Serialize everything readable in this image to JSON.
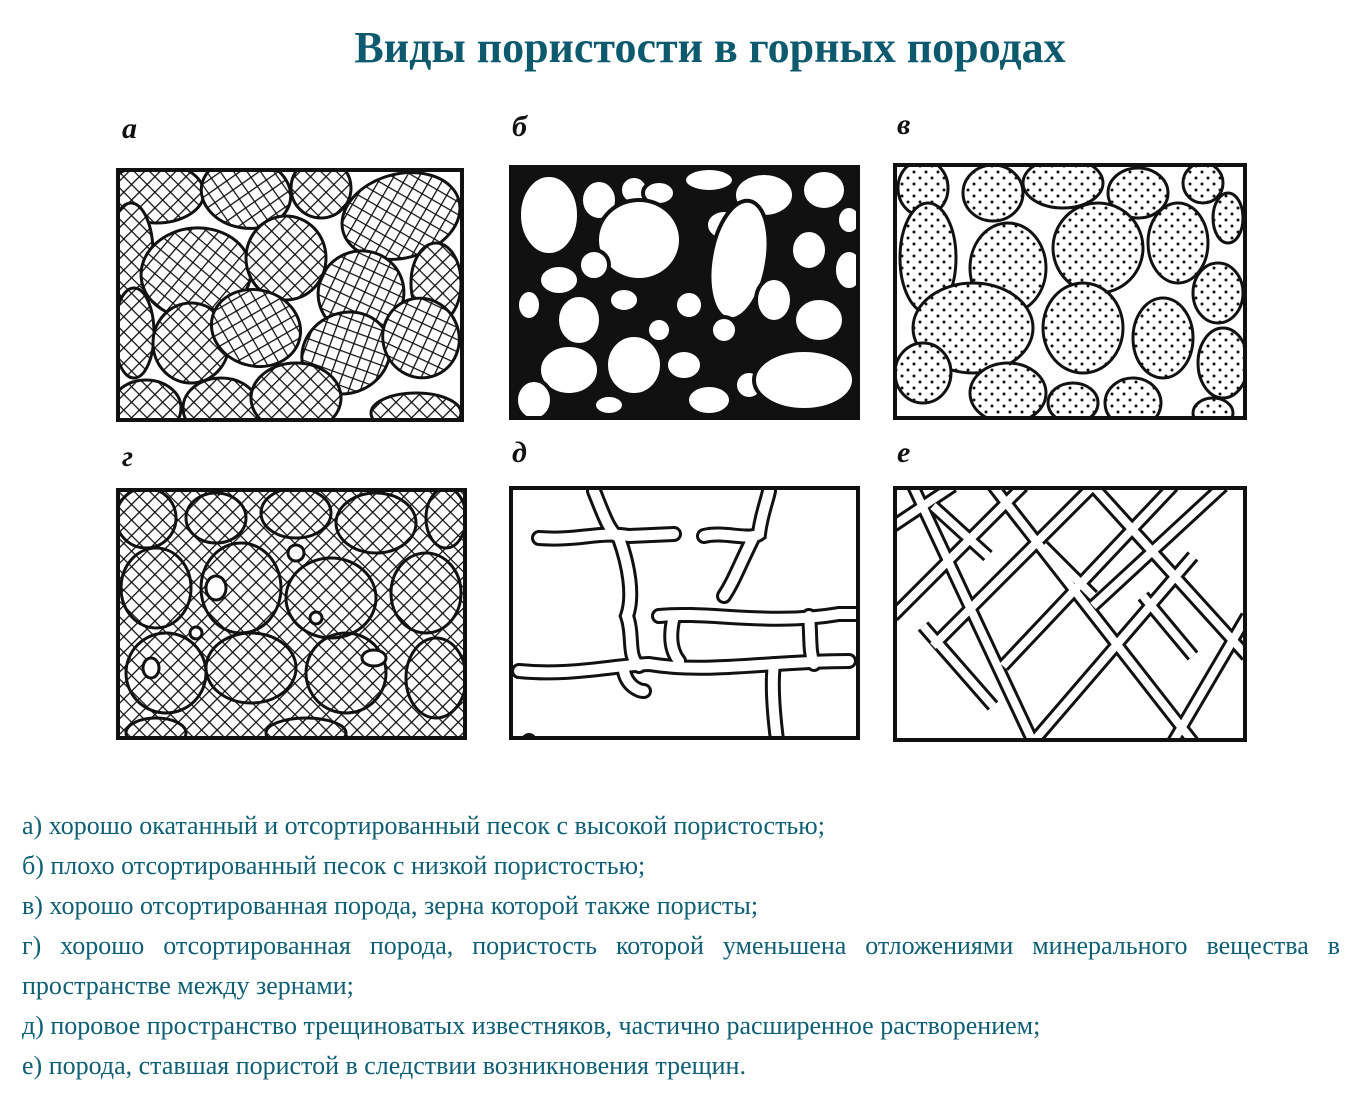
{
  "title": "Виды пористости в горных породах",
  "panels": [
    {
      "label": "а",
      "type": "crosshatched-grains"
    },
    {
      "label": "б",
      "type": "unsorted-grains"
    },
    {
      "label": "в",
      "type": "porous-grains"
    },
    {
      "label": "г",
      "type": "cemented-grains"
    },
    {
      "label": "д",
      "type": "dissolution-fractures"
    },
    {
      "label": "е",
      "type": "fractures"
    }
  ],
  "descriptions": [
    "а) хорошо окатанный и отсортированный песок с высокой пористостью;",
    "б) плохо отсортированный песок с низкой пористостью;",
    "в) хорошо отсортированная порода, зерна которой также пористы;",
    "г) хорошо отсортированная порода, пористость которой уменьшена отложениями минерального вещества в пространстве между зернами;",
    "д) поровое пространство трещиноватых известняков, частично расширенное растворением;",
    "е) порода, ставшая пористой в следствии возникновения трещин."
  ],
  "colors": {
    "title": "#0d5a6e",
    "text": "#0e5f74",
    "ink": "#111111"
  }
}
